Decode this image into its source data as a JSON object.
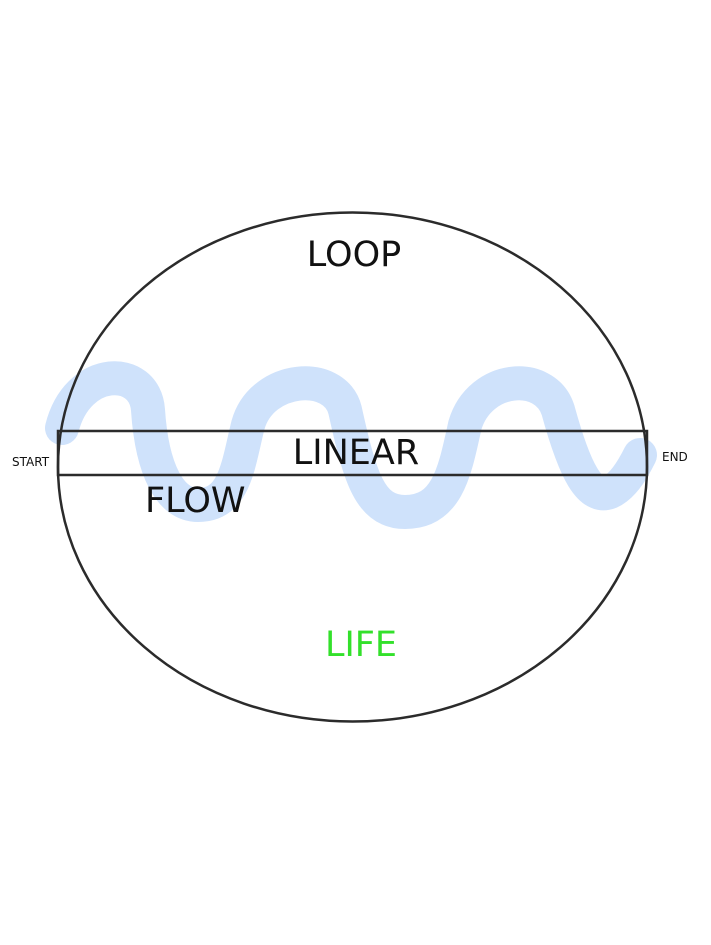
{
  "diagram": {
    "labels": {
      "loop": "LOOP",
      "linear": "LINEAR",
      "flow": "FLOW",
      "life": "LIFE",
      "start": "START",
      "end": "END"
    },
    "colors": {
      "outline": "#2b2b2b",
      "wave": "#cfe2fb",
      "life_text": "#33e02b",
      "text": "#111111"
    }
  }
}
